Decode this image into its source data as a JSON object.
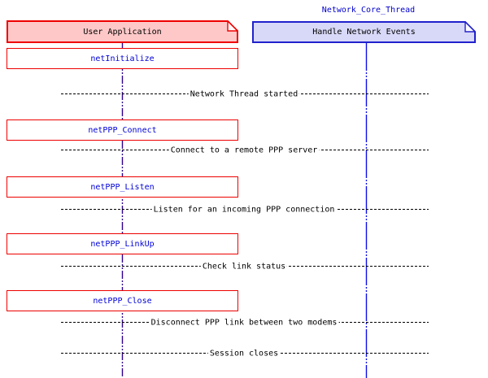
{
  "header": {
    "thread_label": "Network_Core_Thread"
  },
  "actors": [
    {
      "label": "User Application"
    },
    {
      "label": "Handle Network Events"
    }
  ],
  "calls": [
    {
      "label": "netInitialize"
    },
    {
      "label": "netPPP_Connect"
    },
    {
      "label": "netPPP_Listen"
    },
    {
      "label": "netPPP_LinkUp"
    },
    {
      "label": "netPPP_Close"
    }
  ],
  "messages": [
    {
      "text": "Network Thread started"
    },
    {
      "text": "Connect to a remote PPP server"
    },
    {
      "text": "Listen for an incoming PPP connection"
    },
    {
      "text": "Check link status"
    },
    {
      "text": "Disconnect PPP link between two modems"
    },
    {
      "text": "Session closes"
    }
  ],
  "colors": {
    "actor_user_fill": "#FFC8C8",
    "actor_user_border": "#EE0000",
    "actor_thread_fill": "#D8D8F8",
    "actor_thread_border": "#2121CC",
    "call_text": "#0000D6",
    "lifeline_user": "#300090",
    "lifeline_thread": "#1010E6",
    "title_text": "#0000CD"
  }
}
